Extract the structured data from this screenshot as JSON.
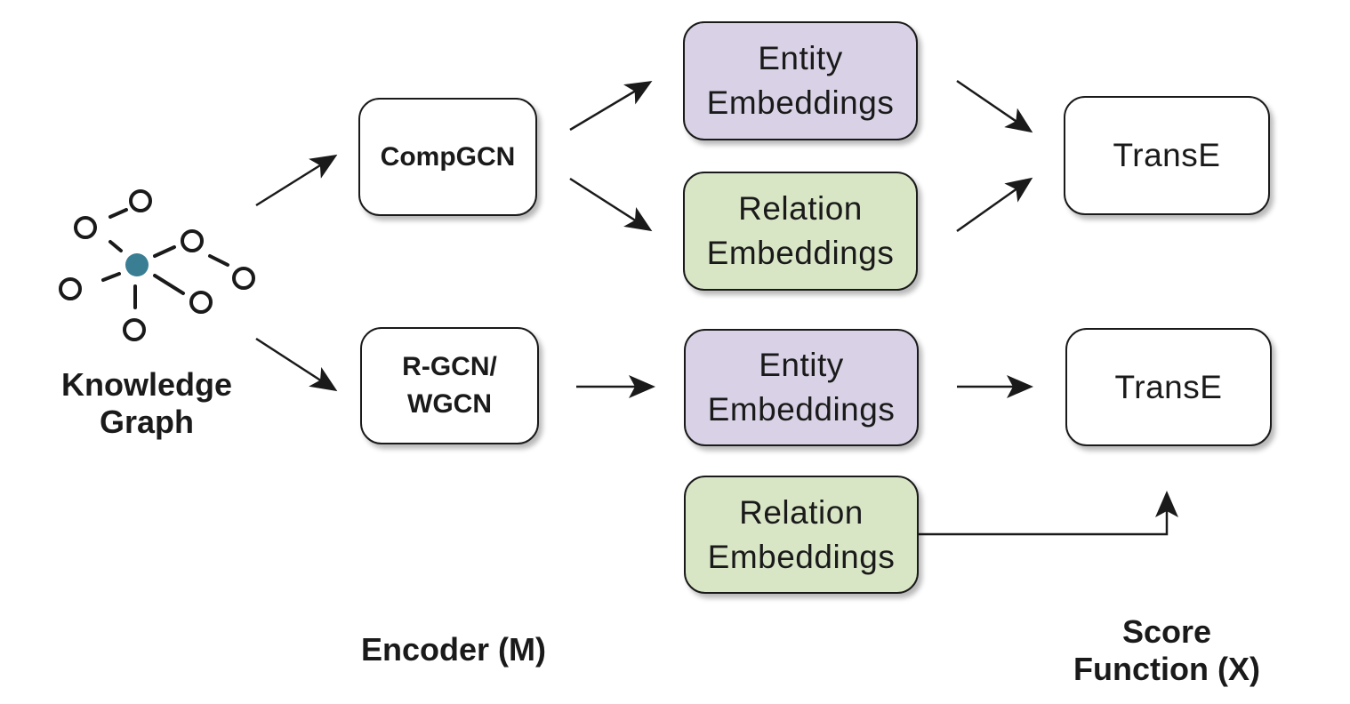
{
  "knowledge_graph": {
    "label_line1": "Knowledge",
    "label_line2": "Graph",
    "center_node_color": "#3a7e93"
  },
  "encoders": {
    "top": {
      "label": "CompGCN"
    },
    "bottom": {
      "label_line1": "R-GCN/",
      "label_line2": "WGCN"
    }
  },
  "embeddings": {
    "entity_line1": "Entity",
    "relation_line1": "Relation",
    "line2": "Embeddings",
    "entity_color": "#d9d2e6",
    "relation_color": "#d9e6c6"
  },
  "score_functions": {
    "top": {
      "label": "TransE"
    },
    "bottom": {
      "label": "TransE"
    }
  },
  "captions": {
    "encoder": "Encoder (M)",
    "score_line1": "Score",
    "score_line2": "Function (X)"
  }
}
